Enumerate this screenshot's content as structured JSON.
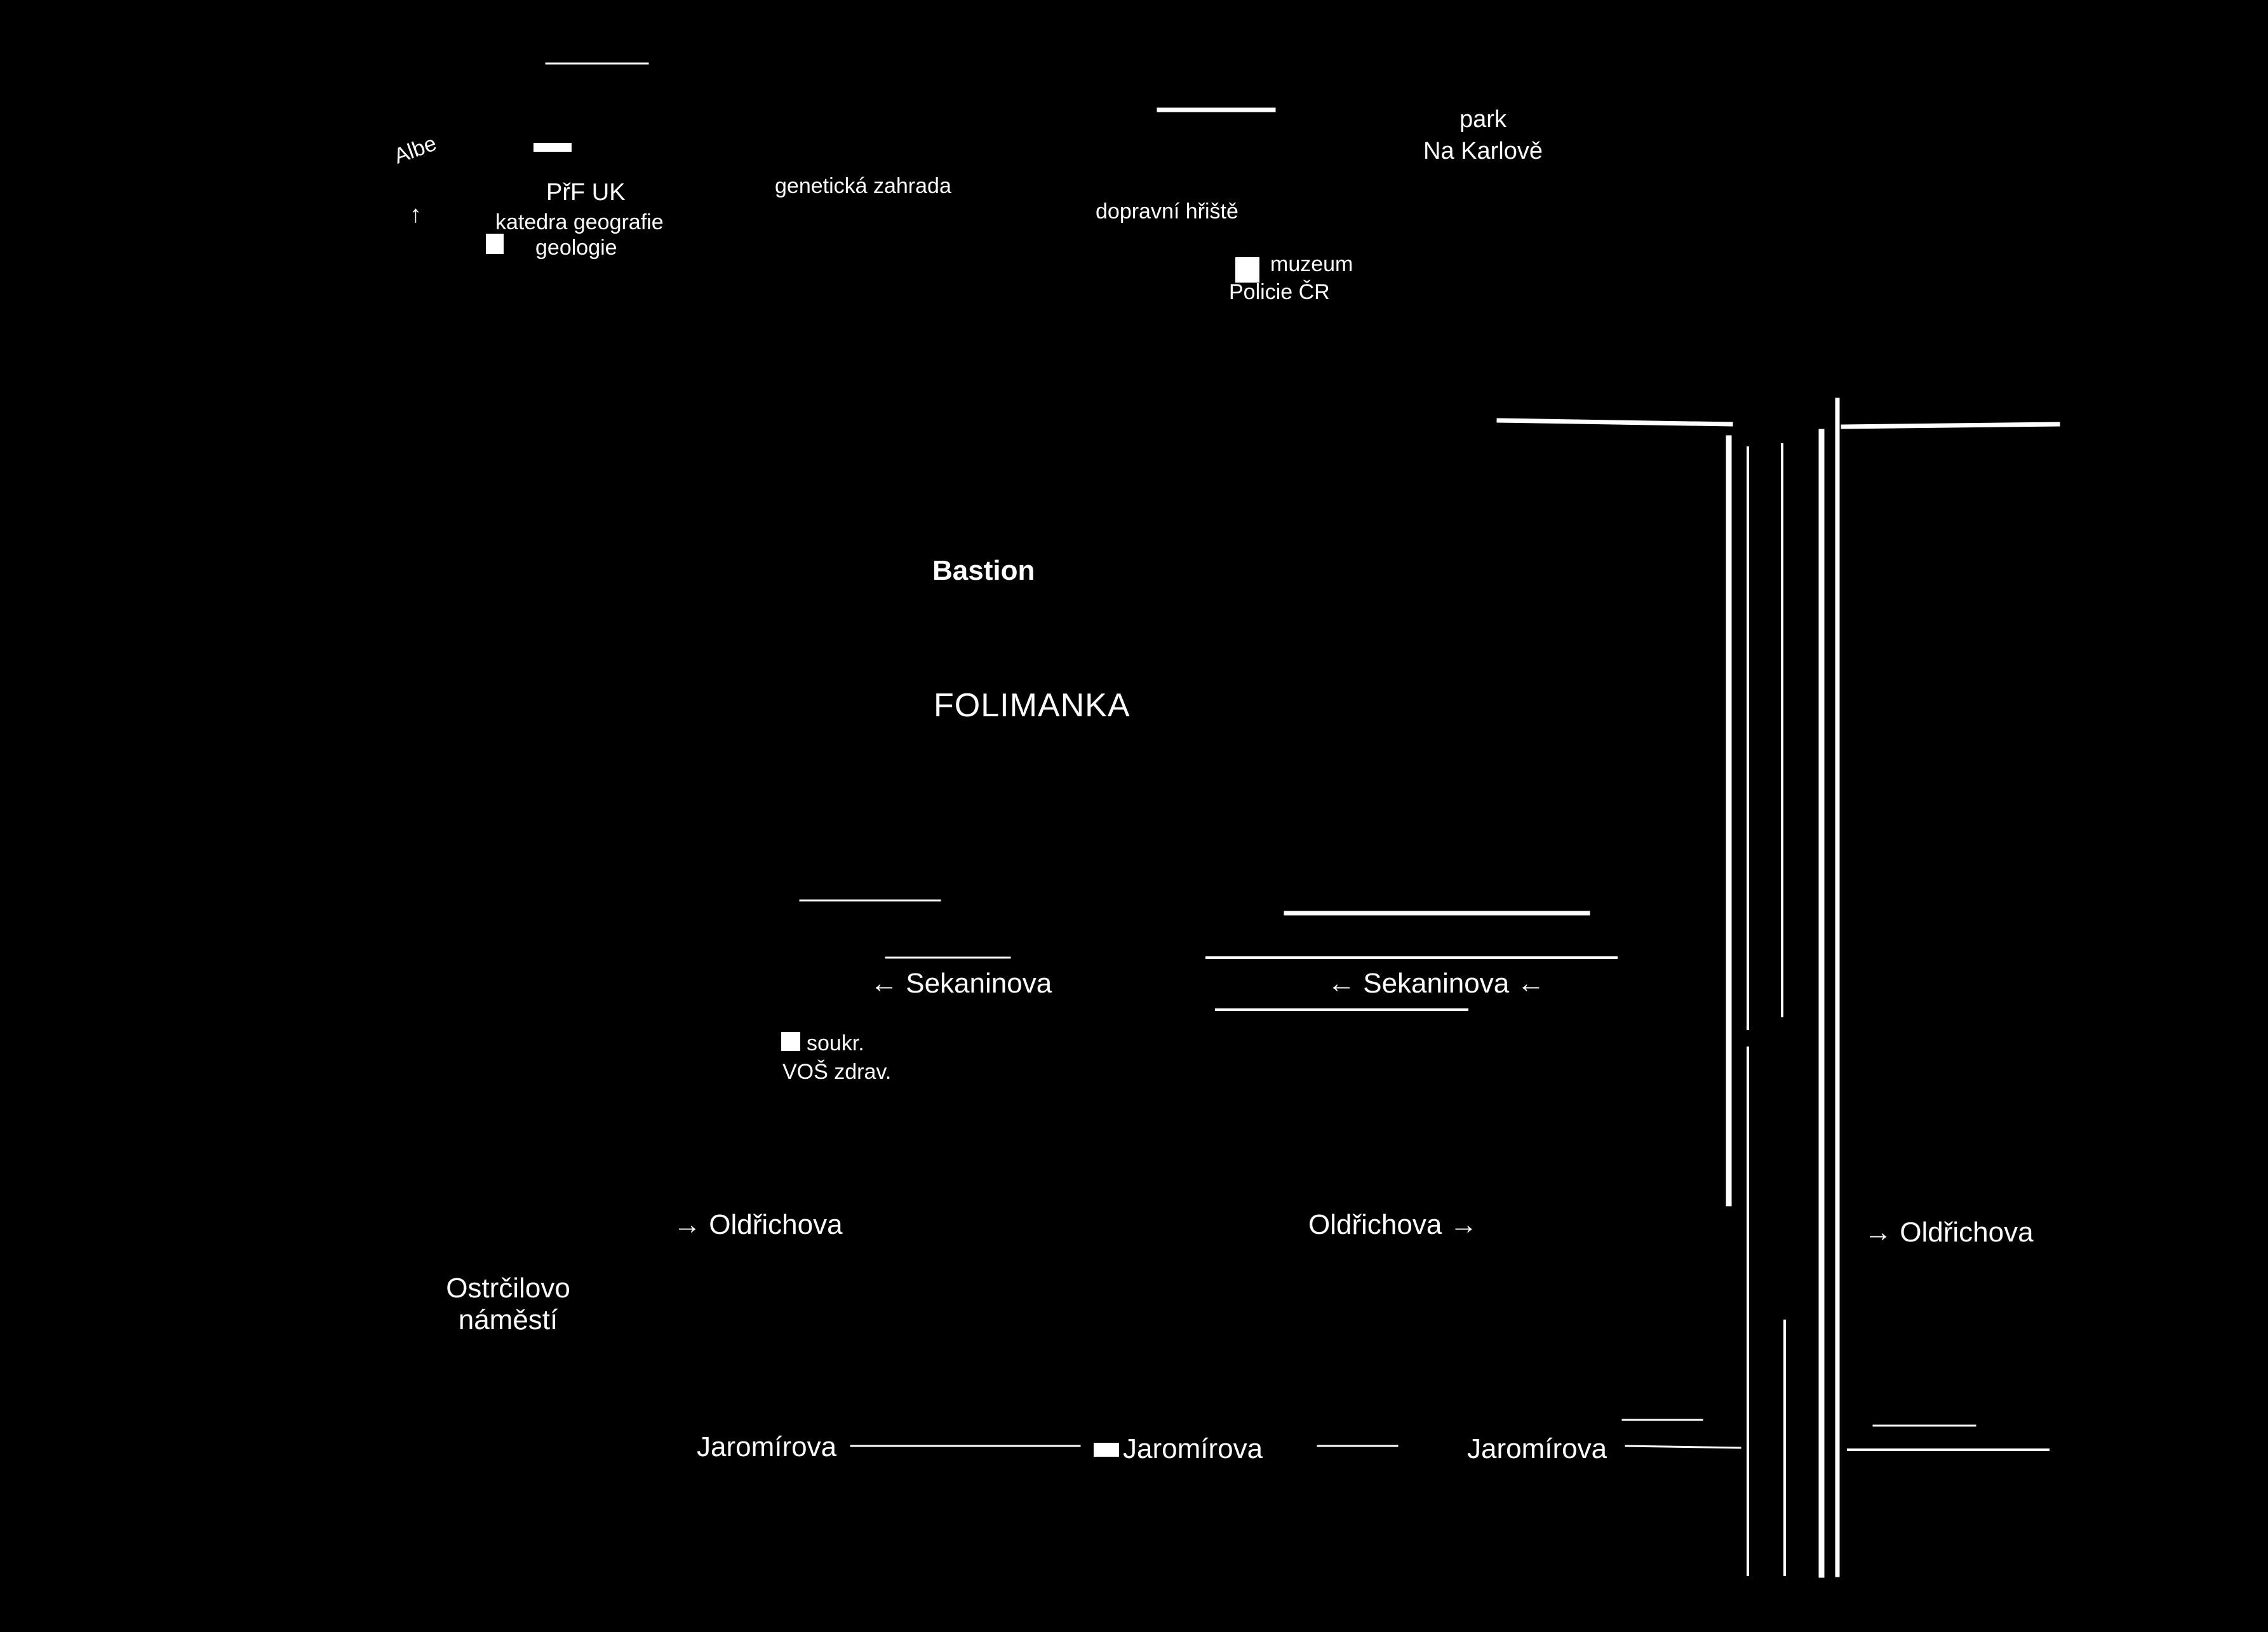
{
  "map": {
    "labels": {
      "albe": "Albe",
      "prf_uk": "PřF UK",
      "katedra_geografie": "katedra geografie",
      "geologie": "geologie",
      "geneticka_zahrada": "genetická zahrada",
      "dopravni_hriste": "dopravní hřiště",
      "park_na_karlove_1": "park",
      "park_na_karlove_2": "Na Karlově",
      "muzeum_policie_1": "muzeum",
      "muzeum_policie_2": "Policie ČR",
      "bastion": "Bastion",
      "folimanka": "FOLIMANKA",
      "soukr_vos_1": "soukr.",
      "soukr_vos_2": "VOŠ zdrav.",
      "ostrcilovo_1": "Ostrčilovo",
      "ostrcilovo_2": "náměstí"
    },
    "streets": {
      "sekaninova_1": "← Sekaninova",
      "sekaninova_2": "← Sekaninova ←",
      "oldrichova_1": "→ Oldřichova",
      "oldrichova_2": "Oldřichova →",
      "oldrichova_3": "→ Oldřichova",
      "jaromirova_1": "Jaromírova",
      "jaromirova_2": "Jaromírova",
      "jaromirova_3": "Jaromírova"
    },
    "colors": {
      "background": "#000000",
      "ink": "#ffffff"
    }
  }
}
